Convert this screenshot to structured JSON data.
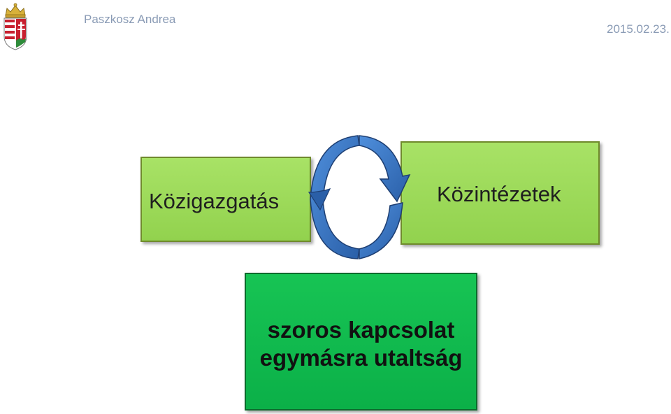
{
  "header": {
    "author": "Paszkosz Andrea",
    "date": "2015.02.23.",
    "crest_icon": "hungarian-coat-of-arms-icon"
  },
  "diagram": {
    "left_box": {
      "label": "Közigazgatás",
      "color": "#92d24e"
    },
    "right_box": {
      "label": "Közintézetek",
      "color": "#92d24e"
    },
    "bottom_box": {
      "line1": "szoros kapcsolat",
      "line2": "egymásra utaltság",
      "color": "#0bb048"
    },
    "cycle_arrow": {
      "icon": "circular-arrow-icon",
      "color": "#2f6fc0"
    }
  }
}
